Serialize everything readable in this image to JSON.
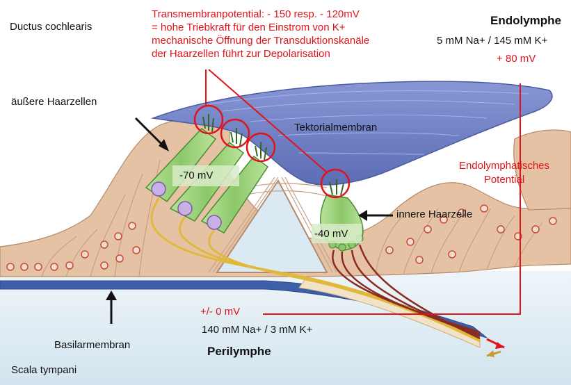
{
  "labels": {
    "ductus": "Ductus cochlearis",
    "transmembran_1": "Transmembranpotential: - 150 resp. - 120mV",
    "transmembran_2": "= hohe Triebkraft für den Einstrom von K+",
    "transmembran_3": "mechanische Öffnung der Transduktionskanäle",
    "transmembran_4": "der Haarzellen führt zur Depolarisation",
    "endolymphe": "Endolymphe",
    "endolymphe_ions": "5 mM Na+ / 145 mM K+",
    "endolymphe_potential": "+ 80 mV",
    "aeussere_haarzellen": "äußere Haarzellen",
    "tektorialmembran": "Tektorialmembran",
    "minus70": "-70 mV",
    "endolymph_pot_1": "Endolymphatisches",
    "endolymph_pot_2": "Potential",
    "innere_haarzelle": "innere Haarzelle",
    "minus40": "-40 mV",
    "plusminus0": "+/- 0 mV",
    "perilymphe_ions": "140 mM Na+ / 3 mM K+",
    "perilymphe": "Perilymphe",
    "basilarmembran": "Basilarmembran",
    "scala": "Scala tympani"
  },
  "colors": {
    "annotation_red": "#e0131b",
    "tectorial_blue": "#6f7fc4",
    "tissue": "#e5c2a4",
    "hair_cell_green": "#9fd07a",
    "nerve_yellow": "#e0b93a",
    "nerve_brown": "#8b2b20",
    "basilar_blue": "#3d5fa8",
    "fluid": "#dbe9f1"
  }
}
